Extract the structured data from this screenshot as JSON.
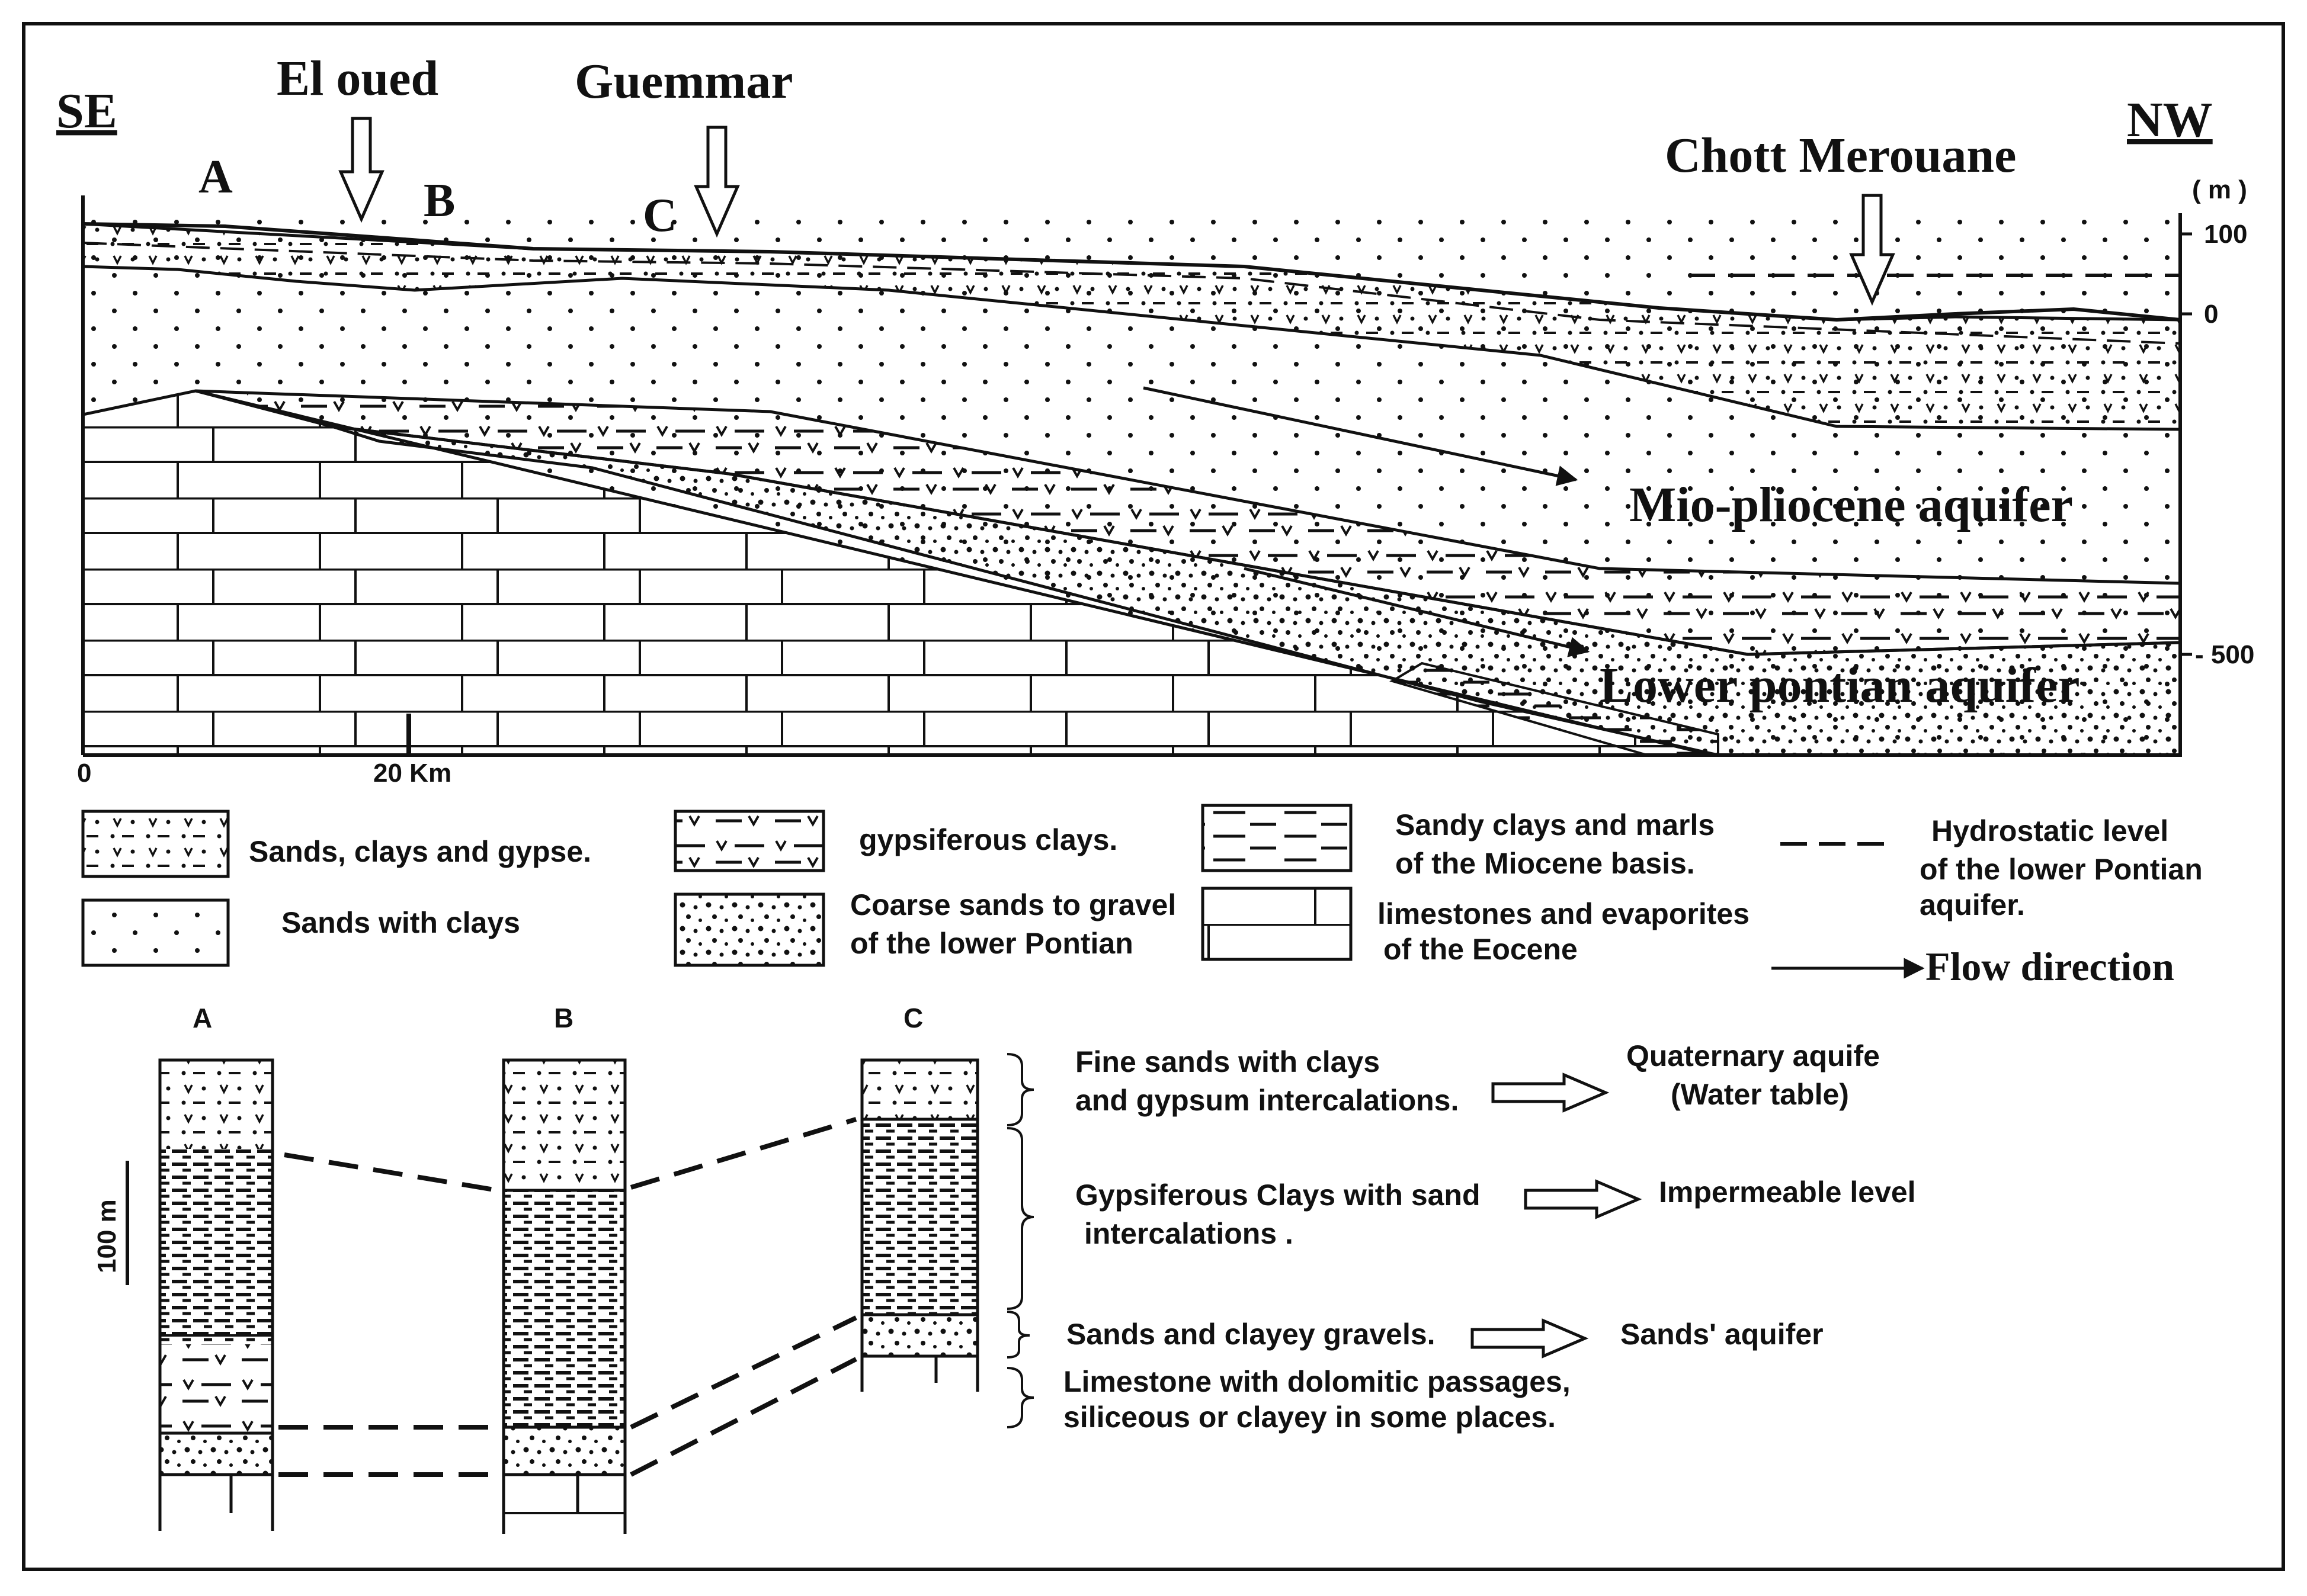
{
  "section": {
    "direction_left": "SE",
    "direction_right": "NW",
    "place_el_oued": "El oued",
    "place_guemmar": "Guemmar",
    "place_chott": "Chott Merouane",
    "point_a": "A",
    "point_b": "B",
    "point_c": "C",
    "elev_unit": "( m )",
    "elev_100": "100",
    "elev_0": "0",
    "elev_500": "- 500",
    "aquifer_upper": "Mio-pliocene aquifer",
    "aquifer_lower": "Lower pontian aquifer",
    "scale_zero": "0",
    "scale_20": "20 Km"
  },
  "legend": {
    "sands_clays_gypse": "Sands, clays and gypse.",
    "sands_with_clays": "Sands with clays",
    "gypsiferous_clays": "gypsiferous clays.",
    "coarse_line1": "Coarse sands to gravel",
    "coarse_line2": "of the lower Pontian",
    "sandy_line1": "Sandy clays and marls",
    "sandy_line2": "of the Miocene basis.",
    "limestone_line1": "limestones and evaporites",
    "limestone_line2": "of the Eocene",
    "hydro_line1": "Hydrostatic level",
    "hydro_line2": "of the lower Pontian",
    "hydro_line3": "aquifer.",
    "flow": "Flow direction"
  },
  "columns": {
    "label_a": "A",
    "label_b": "B",
    "label_c": "C",
    "scale": "100 m",
    "desc1_line1": "Fine sands with clays",
    "desc1_line2": "and gypsum intercalations.",
    "desc2_line1": "Gypsiferous Clays with sand",
    "desc2_line2": "intercalations .",
    "desc3": "Sands and clayey gravels.",
    "desc4_line1": "Limestone with dolomitic passages,",
    "desc4_line2": "siliceous or clayey in some places.",
    "res1_line1": "Quaternary aquife",
    "res1_line2": "(Water table)",
    "res2": "Impermeable level",
    "res3": "Sands' aquifer"
  }
}
